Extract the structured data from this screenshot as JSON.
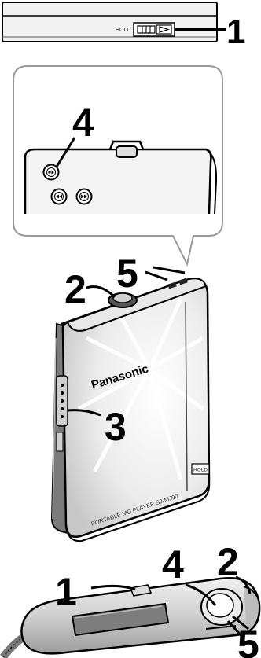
{
  "callouts": {
    "top_1": "1",
    "magnified_4": "4",
    "player_2": "2",
    "player_5": "5",
    "player_3": "3",
    "remote_4": "4",
    "remote_2": "2",
    "remote_1": "1",
    "remote_5": "5"
  },
  "labels": {
    "hold": "HOLD",
    "brand": "Panasonic",
    "model": "PORTABLE MD PLAYER  SJ-MJ90",
    "hold_slider": "HOLD"
  },
  "icons": {
    "battery": "battery-icon",
    "play": "play-icon",
    "stop_play": "stop-play-icon",
    "rewind": "rewind-icon",
    "fast_forward": "fast-forward-icon"
  }
}
